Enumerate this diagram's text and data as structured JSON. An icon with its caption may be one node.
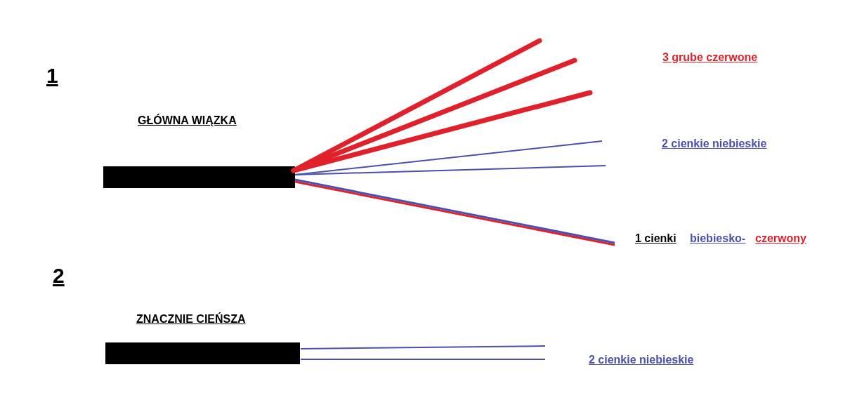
{
  "diagram": {
    "labels": [
      "3 grube czerwone",
      "1",
      "GŁÓWNA WIĄZKA",
      "2 cienkie niebieskie",
      "1  cienki",
      "biebiesko-",
      "czerwony",
      "2",
      "ZNACZNIE CIEŃSZA",
      "2 cienkie niebieskie"
    ]
  }
}
